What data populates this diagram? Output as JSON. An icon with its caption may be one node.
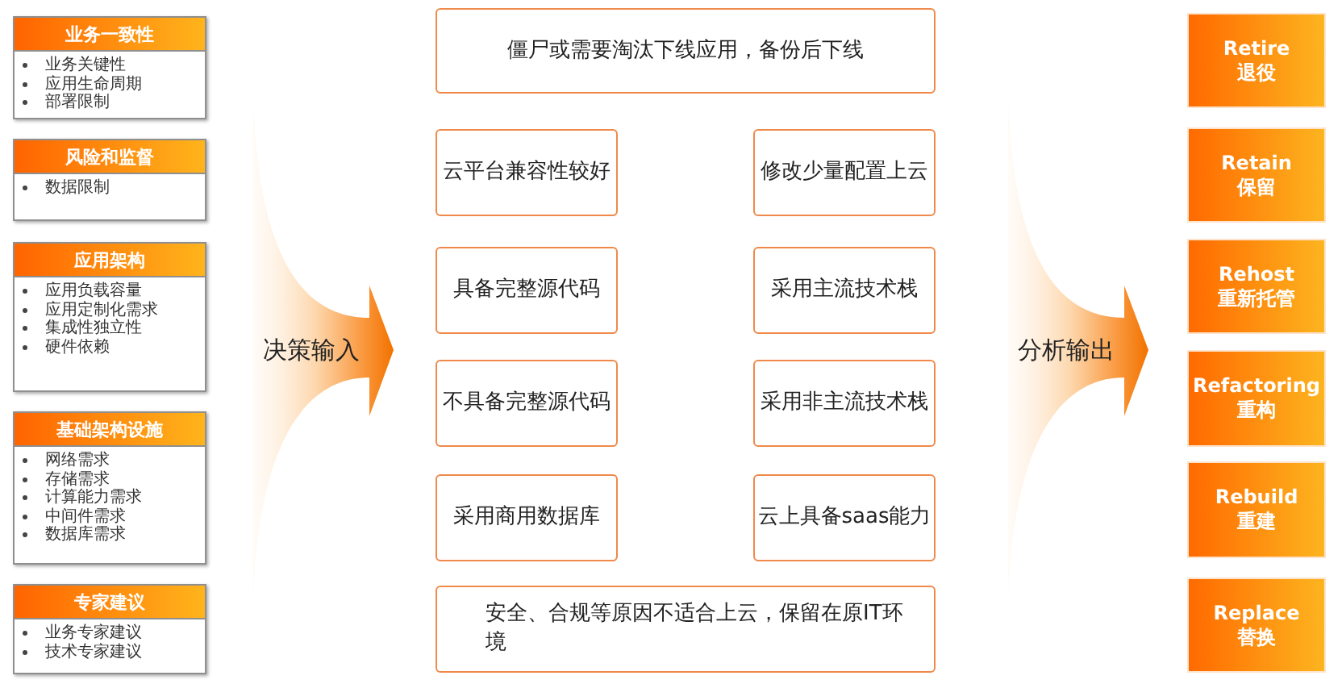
{
  "diagram": {
    "nodes": [
      {
        "text": [
          "业务一致性",
          "业务关键性",
          "应用生命周期",
          "部署限制"
        ]
      },
      {
        "text": [
          "风险和监督",
          "数据限制"
        ]
      },
      {
        "text": [
          "应用架构",
          "应用负载容量",
          "应用定制化需求",
          "集成性独立性",
          "硬件依赖"
        ]
      },
      {
        "text": [
          "基础架构设施",
          "网络需求",
          "存储需求",
          "计算能力需求",
          "中间件需求",
          "数据库需求"
        ]
      },
      {
        "text": [
          "专家建议",
          "业务专家建议",
          "技术专家建议"
        ]
      },
      {
        "text": [
          "决策输入"
        ]
      },
      {
        "text": [
          "僵尸或需要淘汰下线应用，备份后下线"
        ]
      },
      {
        "text": [
          "云平台兼容性较好"
        ]
      },
      {
        "text": [
          "修改少量配置上云"
        ]
      },
      {
        "text": [
          "具备完整源代码"
        ]
      },
      {
        "text": [
          "采用主流技术栈"
        ]
      },
      {
        "text": [
          "不具备完整源代码"
        ]
      },
      {
        "text": [
          "采用非主流技术栈"
        ]
      },
      {
        "text": [
          "采用商用数据库"
        ]
      },
      {
        "text": [
          "云上具备saas能力"
        ]
      },
      {
        "text": [
          "安全、合规等原因不适合上云，保留在原IT环境"
        ]
      },
      {
        "text": [
          "分析输出"
        ]
      },
      {
        "text": [
          "Retire",
          "退役"
        ]
      },
      {
        "text": [
          "Retain",
          "保留"
        ]
      },
      {
        "text": [
          "Rehost",
          "重新托管"
        ]
      },
      {
        "text": [
          "Refactoring",
          "重构"
        ]
      },
      {
        "text": [
          "Rebuild",
          "重建"
        ]
      },
      {
        "text": [
          "Replace",
          "替换"
        ]
      }
    ]
  }
}
